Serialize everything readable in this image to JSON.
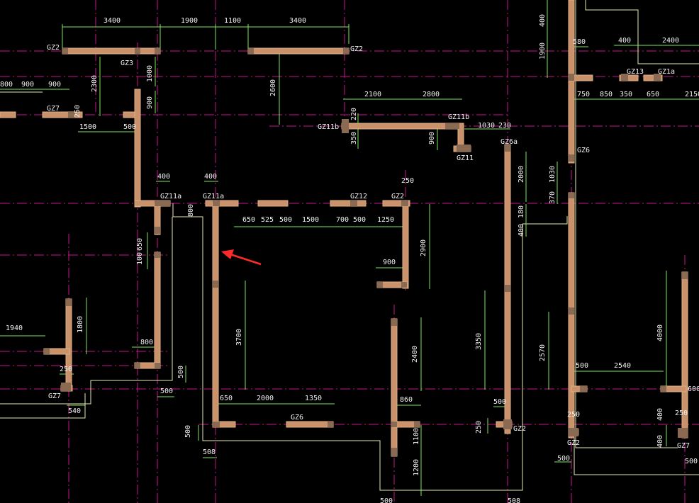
{
  "colors": {
    "background": "#000000",
    "axis": "#c8148c",
    "dimension": "#7ce85c",
    "outline": "#e8e8b0",
    "wall_fill": "#c9926c",
    "column": "#8a6a52",
    "text": "#f2f2f2",
    "arrow": "#ff2a2a"
  },
  "labels": {
    "gz2_tl": "GZ2",
    "gz3": "GZ3",
    "gz2_tr": "GZ2",
    "gz7_l": "GZ7",
    "gz11b_a": "GZ11b",
    "gz11b_b": "GZ11b",
    "gz11": "GZ11",
    "gz6a": "GZ6a",
    "gz13": "GZ13",
    "gz1a_r": "GZ1a",
    "gz6_r": "GZ6",
    "gz11a_1": "GZ11a",
    "gz11a_2": "GZ11a",
    "gz12": "GZ12",
    "gz2_m": "GZ2",
    "gz7_bl": "GZ7",
    "gz6_b": "GZ6",
    "gz2_b1": "GZ2",
    "gz2_b2": "GZ2",
    "gz7_br": "GZ7"
  },
  "dimensions": {
    "d_3400a": "3400",
    "d_1900": "1900",
    "d_1100": "1100",
    "d_3400b": "3400",
    "d_2300": "2300",
    "d_1000": "1000",
    "d_900v": "900",
    "d_250a": "250",
    "d_1500a": "1500",
    "d_500a": "500",
    "d_2600": "2600",
    "d_800a": "800",
    "d_900a": "900",
    "d_900b": "900",
    "d_2100": "2100",
    "d_2800": "2800",
    "d_220": "220",
    "d_350a": "350",
    "d_900c": "900",
    "d_1030a": "1030",
    "d_230": "230",
    "d_400t": "400",
    "d_1900r": "1900",
    "d_580": "580",
    "d_400r": "400",
    "d_2400r": "2400",
    "d_750": "750",
    "d_850": "850",
    "d_350b": "350",
    "d_650r": "650",
    "d_2150": "2150",
    "d_2000v": "2000",
    "d_1030v": "1030",
    "d_370": "370",
    "d_180": "180",
    "d_400v": "400",
    "d_400a": "400",
    "d_400b": "400",
    "d_250b": "250",
    "d_800v": "800",
    "d_650a": "650",
    "d_525": "525",
    "d_500b": "500",
    "d_1500b": "1500",
    "d_700": "700",
    "d_500c": "500",
    "d_1250": "1250",
    "d_2900": "2900",
    "d_900d": "900",
    "d_650v": "650",
    "d_100": "100",
    "d_1940": "1940",
    "d_1800": "1800",
    "d_800b": "800",
    "d_250c": "250",
    "d_500d": "500",
    "d_540": "540",
    "d_500e": "500",
    "d_3700": "3700",
    "d_650b": "650",
    "d_2000h": "2000",
    "d_1350": "1350",
    "d_500f": "500",
    "d_508a": "508",
    "d_2400v": "2400",
    "d_860": "860",
    "d_1100v": "1100",
    "d_1200": "1200",
    "d_500g": "500",
    "d_3350": "3350",
    "d_500h": "500",
    "d_250d": "250",
    "d_508b": "508",
    "d_2570": "2570",
    "d_500i": "500",
    "d_2540": "2540",
    "d_4000": "4000",
    "d_250e": "250",
    "d_500j": "500",
    "d_400c": "400",
    "d_250f": "250",
    "d_400d": "400",
    "d_600": "600",
    "d_500k": "500"
  }
}
